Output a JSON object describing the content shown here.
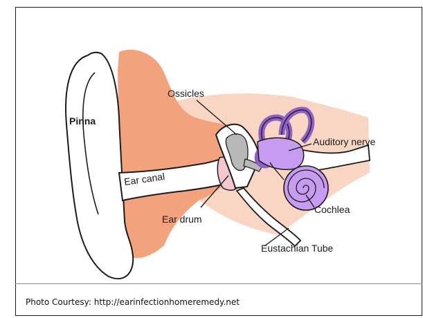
{
  "labels": {
    "pinna": "Pinna",
    "ossicles": "Ossicles",
    "auditory_nerve": "Auditory nerve",
    "ear_canal": "Ear canal",
    "cochlea": "Cochlea",
    "ear_drum": "Ear drum",
    "eustachian_tube": "Eustachian Tube"
  },
  "caption": "Photo Courtesy: http://earinfectionhomeremedy.net",
  "colors": {
    "skin": "#f2a37d",
    "skin_light": "#f9d6c4",
    "cochlea": "#c79bef",
    "ossicles": "#b8b8b8",
    "eardrum": "#f4c6cf",
    "outline": "#1a1a1a"
  }
}
